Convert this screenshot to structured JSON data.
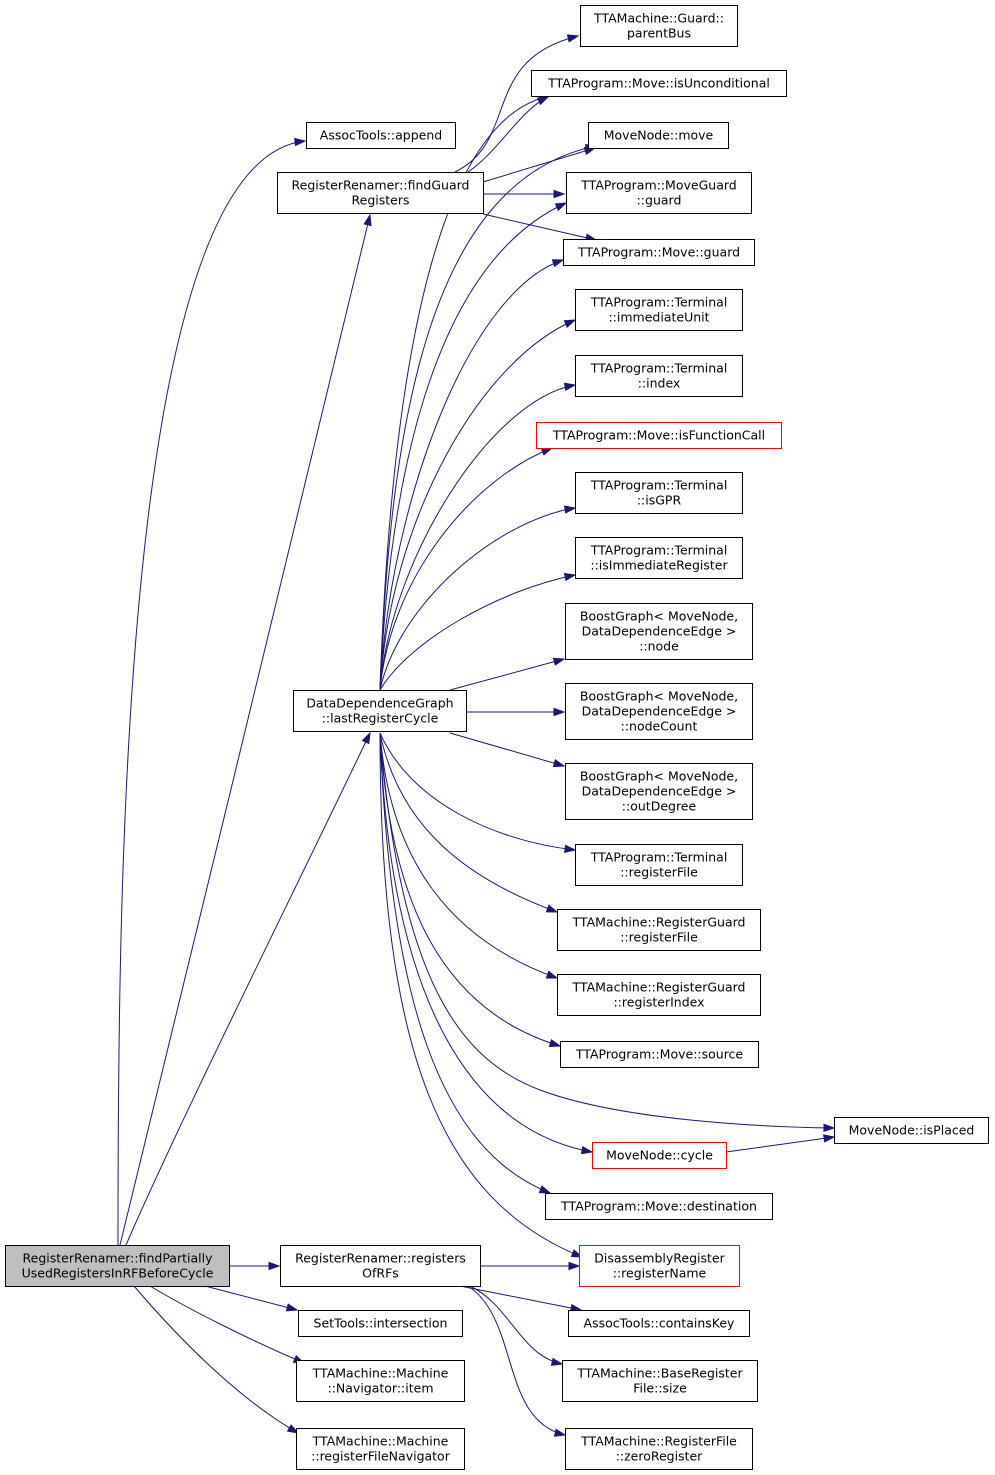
{
  "nodes": {
    "root": [
      "RegisterRenamer::findPartially",
      "UsedRegistersInRFBeforeCycle"
    ],
    "assoc_append": [
      "AssocTools::append"
    ],
    "find_guard_regs": [
      "RegisterRenamer::findGuard",
      "Registers"
    ],
    "ddg_last_reg_cycle": [
      "DataDependenceGraph",
      "::lastRegisterCycle"
    ],
    "registers_of_rfs": [
      "RegisterRenamer::registers",
      "OfRFs"
    ],
    "settools_intersection": [
      "SetTools::intersection"
    ],
    "machine_navigator_item": [
      "TTAMachine::Machine",
      "::Navigator::item"
    ],
    "machine_rf_navigator": [
      "TTAMachine::Machine",
      "::registerFileNavigator"
    ],
    "guard_parent_bus": [
      "TTAMachine::Guard::",
      "parentBus"
    ],
    "move_is_unconditional": [
      "TTAProgram::Move::isUnconditional"
    ],
    "movenode_move": [
      "MoveNode::move"
    ],
    "moveguard_guard": [
      "TTAProgram::MoveGuard",
      "::guard"
    ],
    "move_guard": [
      "TTAProgram::Move::guard"
    ],
    "terminal_immediate_unit": [
      "TTAProgram::Terminal",
      "::immediateUnit"
    ],
    "terminal_index": [
      "TTAProgram::Terminal",
      "::index"
    ],
    "move_is_function_call": [
      "TTAProgram::Move::isFunctionCall"
    ],
    "terminal_is_gpr": [
      "TTAProgram::Terminal",
      "::isGPR"
    ],
    "terminal_is_immediate_register": [
      "TTAProgram::Terminal",
      "::isImmediateRegister"
    ],
    "boostgraph_node": [
      "BoostGraph< MoveNode,",
      "DataDependenceEdge >",
      "::node"
    ],
    "boostgraph_node_count": [
      "BoostGraph< MoveNode,",
      "DataDependenceEdge >",
      "::nodeCount"
    ],
    "boostgraph_out_degree": [
      "BoostGraph< MoveNode,",
      "DataDependenceEdge >",
      "::outDegree"
    ],
    "terminal_register_file": [
      "TTAProgram::Terminal",
      "::registerFile"
    ],
    "regguard_register_file": [
      "TTAMachine::RegisterGuard",
      "::registerFile"
    ],
    "regguard_register_index": [
      "TTAMachine::RegisterGuard",
      "::registerIndex"
    ],
    "move_source": [
      "TTAProgram::Move::source"
    ],
    "movenode_is_placed": [
      "MoveNode::isPlaced"
    ],
    "movenode_cycle": [
      "MoveNode::cycle"
    ],
    "move_destination": [
      "TTAProgram::Move::destination"
    ],
    "disasm_register_name": [
      "DisassemblyRegister",
      "::registerName"
    ],
    "assoc_contains_key": [
      "AssocTools::containsKey"
    ],
    "base_rf_size": [
      "TTAMachine::BaseRegister",
      "File::size"
    ],
    "rf_zero_register": [
      "TTAMachine::RegisterFile",
      "::zeroRegister"
    ]
  }
}
